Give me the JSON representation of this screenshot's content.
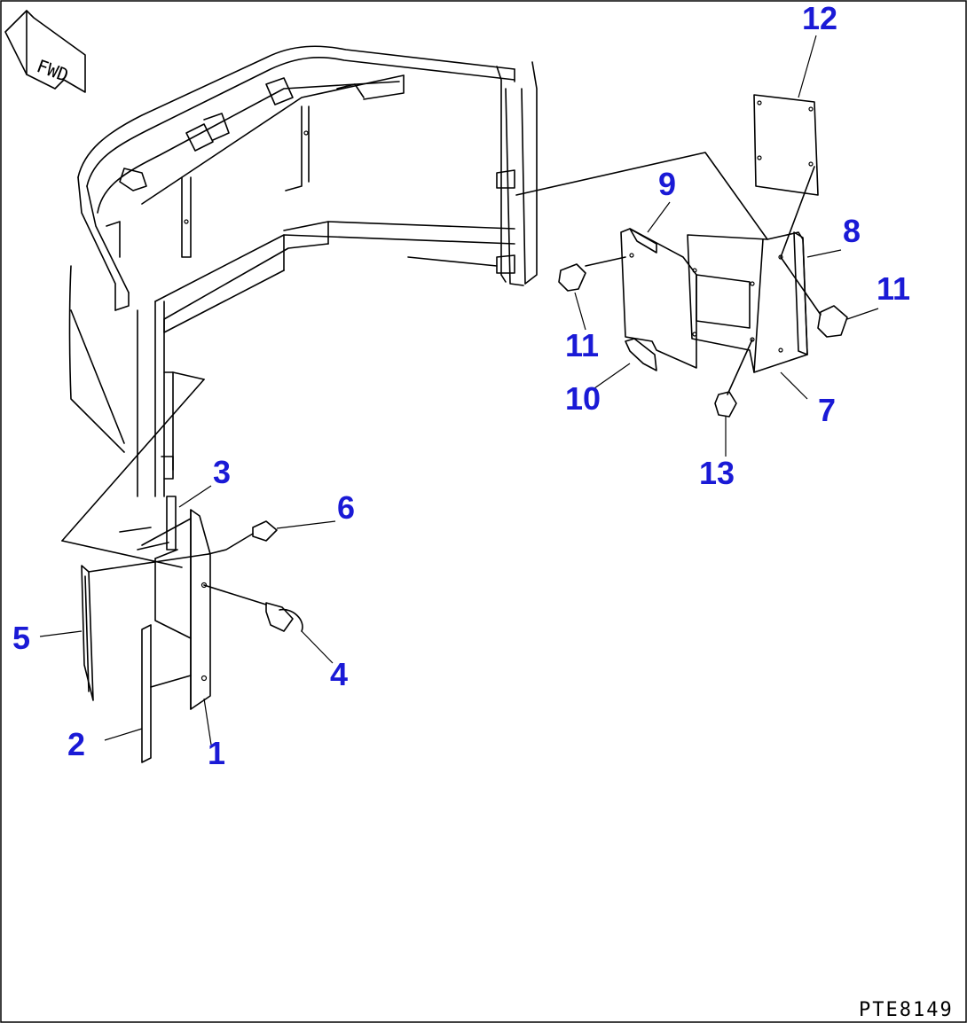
{
  "diagram": {
    "direction_label": "FWD",
    "drawing_code": "PTE8149",
    "callouts": [
      {
        "id": "c1",
        "label": "1"
      },
      {
        "id": "c2",
        "label": "2"
      },
      {
        "id": "c3",
        "label": "3"
      },
      {
        "id": "c4",
        "label": "4"
      },
      {
        "id": "c5",
        "label": "5"
      },
      {
        "id": "c6",
        "label": "6"
      },
      {
        "id": "c7",
        "label": "7"
      },
      {
        "id": "c8",
        "label": "8"
      },
      {
        "id": "c9",
        "label": "9"
      },
      {
        "id": "c10",
        "label": "10"
      },
      {
        "id": "c11a",
        "label": "11"
      },
      {
        "id": "c11b",
        "label": "11"
      },
      {
        "id": "c12",
        "label": "12"
      },
      {
        "id": "c13",
        "label": "13"
      }
    ]
  }
}
